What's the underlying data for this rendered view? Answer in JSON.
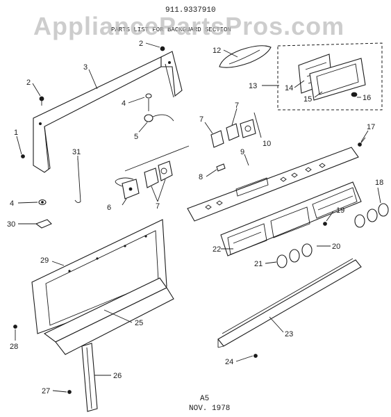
{
  "header": {
    "model_number": "911.9337910",
    "watermark": "AppliancePartsPros.com",
    "subtitle": "PARTS LIST FOR BACKGUARD SECTION"
  },
  "footer": {
    "page_code": "A5",
    "date": "NOV. 1978"
  },
  "callouts": {
    "c1": "1",
    "c2a": "2",
    "c2b": "2",
    "c3": "3",
    "c4a": "4",
    "c4b": "4",
    "c5": "5",
    "c6": "6",
    "c7a": "7",
    "c7b": "7",
    "c7c": "7",
    "c8": "8",
    "c9": "9",
    "c10": "10",
    "c12": "12",
    "c13": "13",
    "c14": "14",
    "c15": "15",
    "c16": "16",
    "c17": "17",
    "c18": "18",
    "c19": "19",
    "c20": "20",
    "c21": "21",
    "c22": "22",
    "c23": "23",
    "c24": "24",
    "c25": "25",
    "c26": "26",
    "c27": "27",
    "c28": "28",
    "c29": "29",
    "c30": "30",
    "c31": "31"
  },
  "colors": {
    "ink": "#1a1a1a",
    "watermark": "#bdbdbd",
    "background": "#ffffff"
  }
}
